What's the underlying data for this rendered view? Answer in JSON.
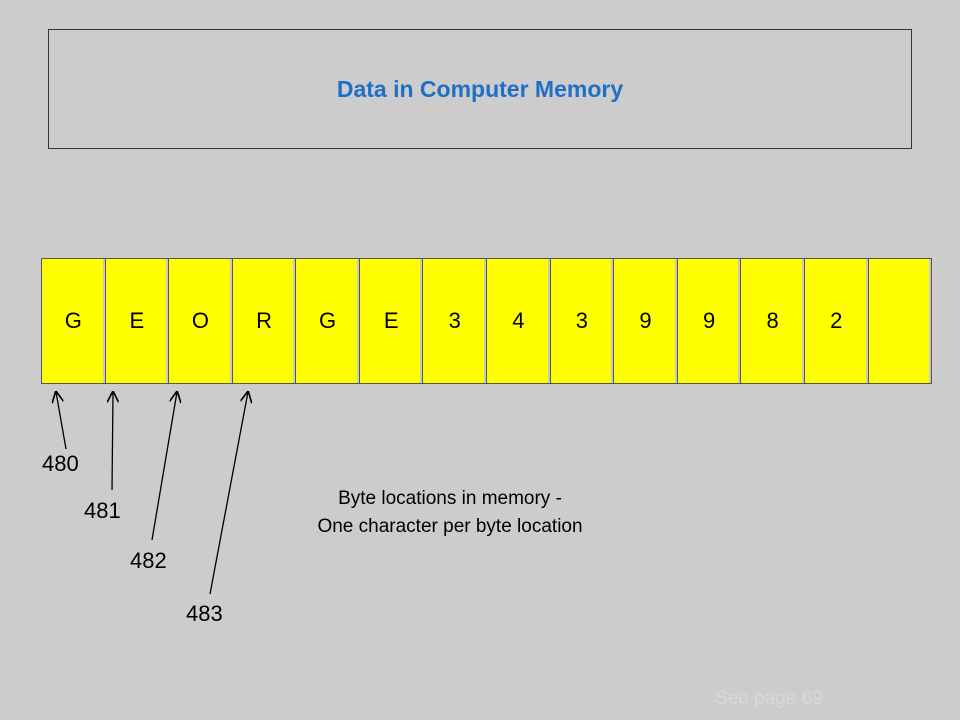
{
  "title": "Data in Computer Memory",
  "memory_cells": [
    "G",
    "E",
    "O",
    "R",
    "G",
    "E",
    "3",
    "4",
    "3",
    "9",
    "9",
    "8",
    "2",
    ""
  ],
  "addresses": [
    "480",
    "481",
    "482",
    "483"
  ],
  "caption": {
    "line1": "Byte locations in memory -",
    "line2": "One character per byte location"
  },
  "footer": "See page 69",
  "colors": {
    "background": "#cccccc",
    "cell_fill": "#ffff00",
    "title_text": "#1f6fc4"
  }
}
